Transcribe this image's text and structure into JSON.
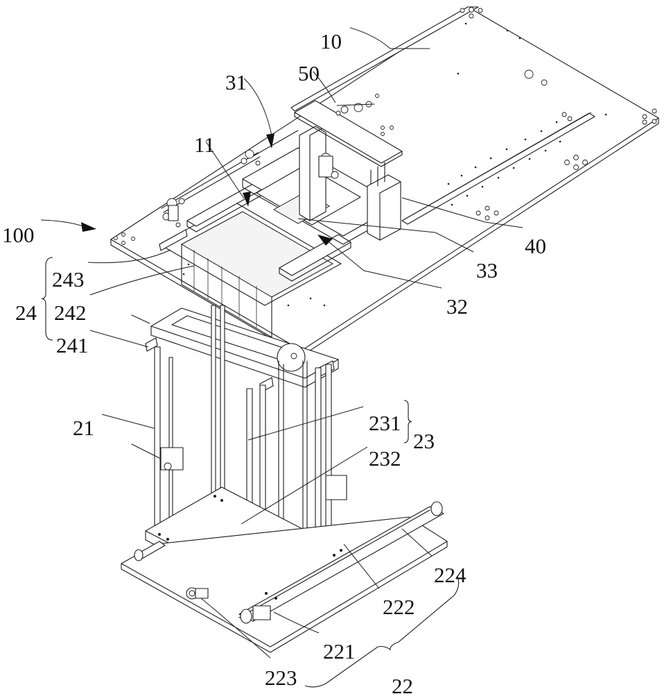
{
  "figure": {
    "type": "patent-isometric-line-drawing",
    "subject": "lifting and transfer mechanism assembly",
    "line_color": "#1a1a1a",
    "background": "#ffffff"
  },
  "labels": [
    {
      "id": "10",
      "text": "10",
      "part": "top-plate"
    },
    {
      "id": "11",
      "text": "11",
      "part": "opening",
      "arrow": true
    },
    {
      "id": "31",
      "text": "31",
      "part": "transfer-assembly",
      "arrow": true
    },
    {
      "id": "32",
      "text": "32",
      "part": "slide-rail",
      "arrow": true
    },
    {
      "id": "33",
      "text": "33",
      "part": "carriage"
    },
    {
      "id": "40",
      "text": "40",
      "part": "guide-slot"
    },
    {
      "id": "50",
      "text": "50",
      "part": "pneumatic-valve"
    },
    {
      "id": "100",
      "text": "100",
      "part": "whole-device",
      "arrow": true
    },
    {
      "id": "243",
      "text": "243",
      "part": "clamp"
    },
    {
      "id": "242",
      "text": "242",
      "part": "support-column"
    },
    {
      "id": "241",
      "text": "241",
      "part": "lift-frame"
    },
    {
      "id": "24",
      "text": "24",
      "part": "lifting-platform-group",
      "group": [
        "241",
        "242",
        "243"
      ]
    },
    {
      "id": "21",
      "text": "21",
      "part": "guide-rod"
    },
    {
      "id": "231",
      "text": "231",
      "part": "timing-belt"
    },
    {
      "id": "232",
      "text": "232",
      "part": "motor"
    },
    {
      "id": "23",
      "text": "23",
      "part": "drive-group",
      "group": [
        "231",
        "232"
      ]
    },
    {
      "id": "224",
      "text": "224",
      "part": "linear-guide"
    },
    {
      "id": "222",
      "text": "222",
      "part": "base-plate"
    },
    {
      "id": "221",
      "text": "221",
      "part": "slider-block"
    },
    {
      "id": "223",
      "text": "223",
      "part": "sensor"
    },
    {
      "id": "22",
      "text": "22",
      "part": "base-group",
      "group": [
        "221",
        "222",
        "223",
        "224"
      ]
    }
  ]
}
